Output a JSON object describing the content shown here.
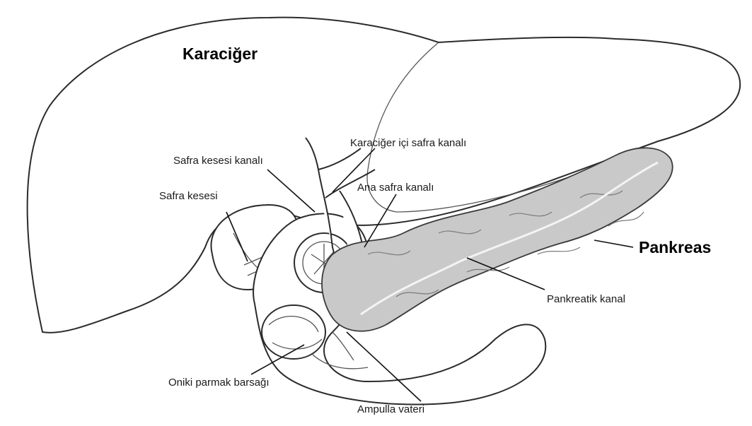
{
  "labels": {
    "liver": "Karaciğer",
    "pancreas": "Pankreas",
    "cystic_duct": "Safra kesesi kanalı",
    "gallbladder": "Safra kesesi",
    "intrahepatic_duct": "Karaciğer içi safra kanalı",
    "common_bile_duct": "Ana safra kanalı",
    "pancreatic_duct": "Pankreatik kanal",
    "duodenum": "Oniki parmak barsağı",
    "ampulla": "Ampulla vateri"
  },
  "colors": {
    "pancreas_fill": "#c9c9c9",
    "outline": "#2b2b2b",
    "background": "#ffffff"
  }
}
